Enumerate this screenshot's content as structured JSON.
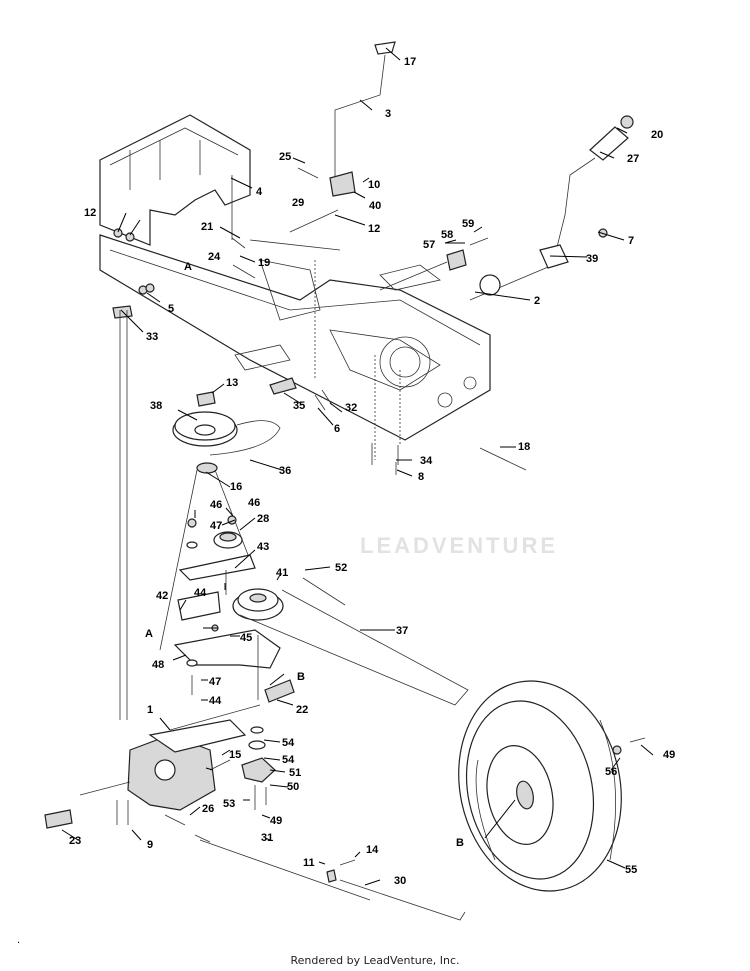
{
  "watermark": "LEADVENTURE",
  "footer": "Rendered by LeadVenture, Inc.",
  "stray_mark": ".",
  "callouts": [
    "1",
    "2",
    "3",
    "4",
    "5",
    "6",
    "7",
    "8",
    "9",
    "10",
    "11",
    "12",
    "12",
    "13",
    "14",
    "15",
    "16",
    "17",
    "18",
    "19",
    "20",
    "21",
    "22",
    "23",
    "24",
    "25",
    "26",
    "27",
    "28",
    "29",
    "30",
    "31",
    "32",
    "33",
    "34",
    "35",
    "36",
    "37",
    "38",
    "39",
    "40",
    "41",
    "42",
    "43",
    "44",
    "44",
    "45",
    "46",
    "46",
    "47",
    "47",
    "48",
    "49",
    "49",
    "50",
    "51",
    "52",
    "53",
    "54",
    "54",
    "55",
    "56",
    "57",
    "58",
    "59",
    "A",
    "A",
    "B",
    "B"
  ]
}
